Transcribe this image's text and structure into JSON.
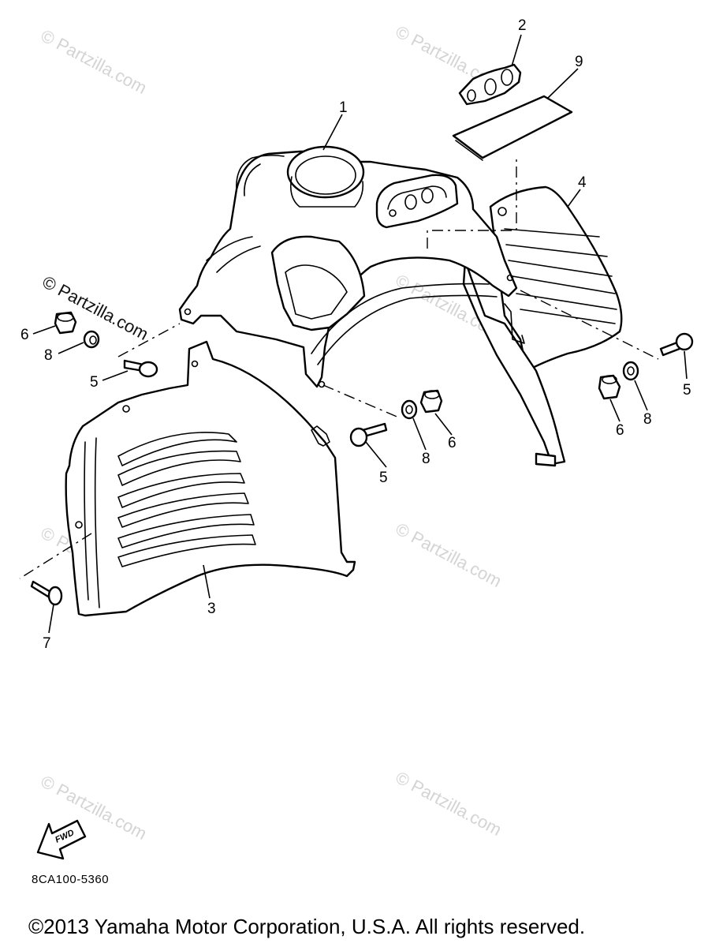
{
  "diagram": {
    "callouts": [
      {
        "id": "1",
        "label": "1"
      },
      {
        "id": "2",
        "label": "2"
      },
      {
        "id": "9",
        "label": "9"
      },
      {
        "id": "4",
        "label": "4"
      },
      {
        "id": "6a",
        "label": "6"
      },
      {
        "id": "8a",
        "label": "8"
      },
      {
        "id": "5a",
        "label": "5"
      },
      {
        "id": "5b",
        "label": "5"
      },
      {
        "id": "8b",
        "label": "8"
      },
      {
        "id": "6b",
        "label": "6"
      },
      {
        "id": "6c",
        "label": "6"
      },
      {
        "id": "8c",
        "label": "8"
      },
      {
        "id": "5c",
        "label": "5"
      },
      {
        "id": "3",
        "label": "3"
      },
      {
        "id": "7",
        "label": "7"
      }
    ],
    "watermark_text": "© Partzilla.com",
    "fwd_label": "FWD",
    "diagram_code": "8CA100-5360",
    "copyright": "©2013  Yamaha Motor Corporation, U.S.A. All rights reserved."
  }
}
